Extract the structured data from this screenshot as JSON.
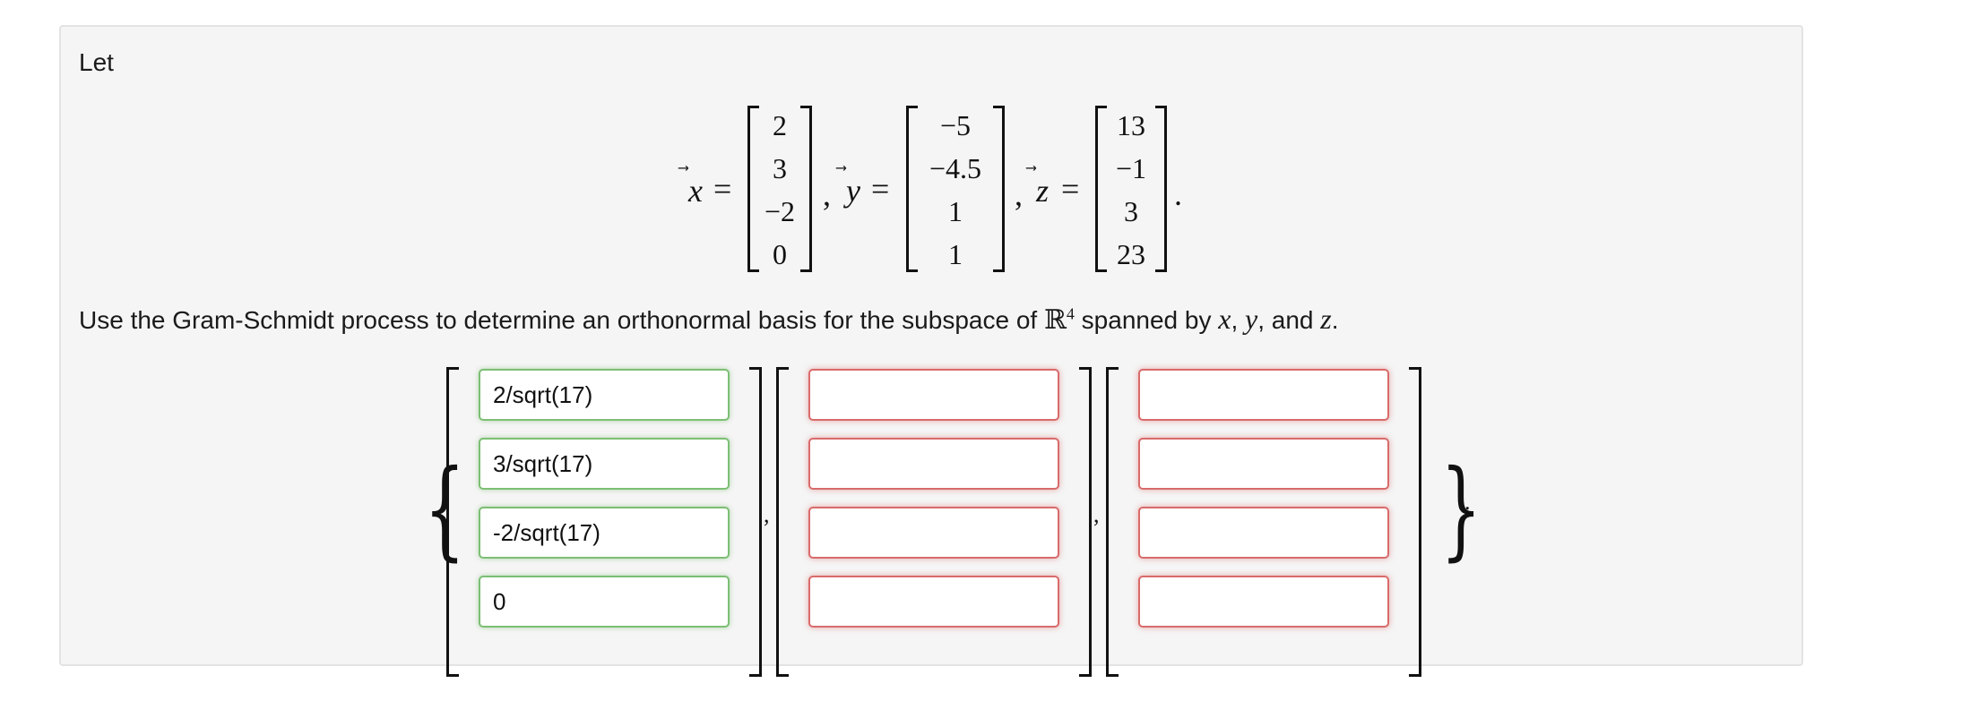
{
  "intro": "Let",
  "given": {
    "x": {
      "label": "x",
      "entries": [
        "2",
        "3",
        "−2",
        "0"
      ]
    },
    "y": {
      "label": "y",
      "entries": [
        "−5",
        "−4.5",
        "1",
        "1"
      ]
    },
    "z": {
      "label": "z",
      "entries": [
        "13",
        "−1",
        "3",
        "23"
      ]
    },
    "equals": "=",
    "separator": ",",
    "terminator": "."
  },
  "prompt": {
    "before": "Use the Gram-Schmidt process to determine an orthonormal basis for the subspace of ",
    "space": "ℝ",
    "dimension": "4",
    "middle": " spanned by ",
    "v1": "x",
    "sep1": ", ",
    "v2": "y",
    "sep2": ", and ",
    "v3": "z",
    "end": "."
  },
  "answer": {
    "open_brace": "{",
    "close_brace": "}",
    "vector_separator": ",",
    "terminator": ".",
    "vectors": [
      {
        "status": "correct",
        "values": [
          "2/sqrt(17)",
          "3/sqrt(17)",
          "-2/sqrt(17)",
          "0"
        ]
      },
      {
        "status": "incorrect",
        "values": [
          "",
          "",
          "",
          ""
        ]
      },
      {
        "status": "incorrect",
        "values": [
          "",
          "",
          "",
          ""
        ]
      }
    ]
  },
  "colors": {
    "panel_bg": "#f5f5f5",
    "correct_border": "#7cbf74",
    "incorrect_border": "#d86b6b"
  }
}
